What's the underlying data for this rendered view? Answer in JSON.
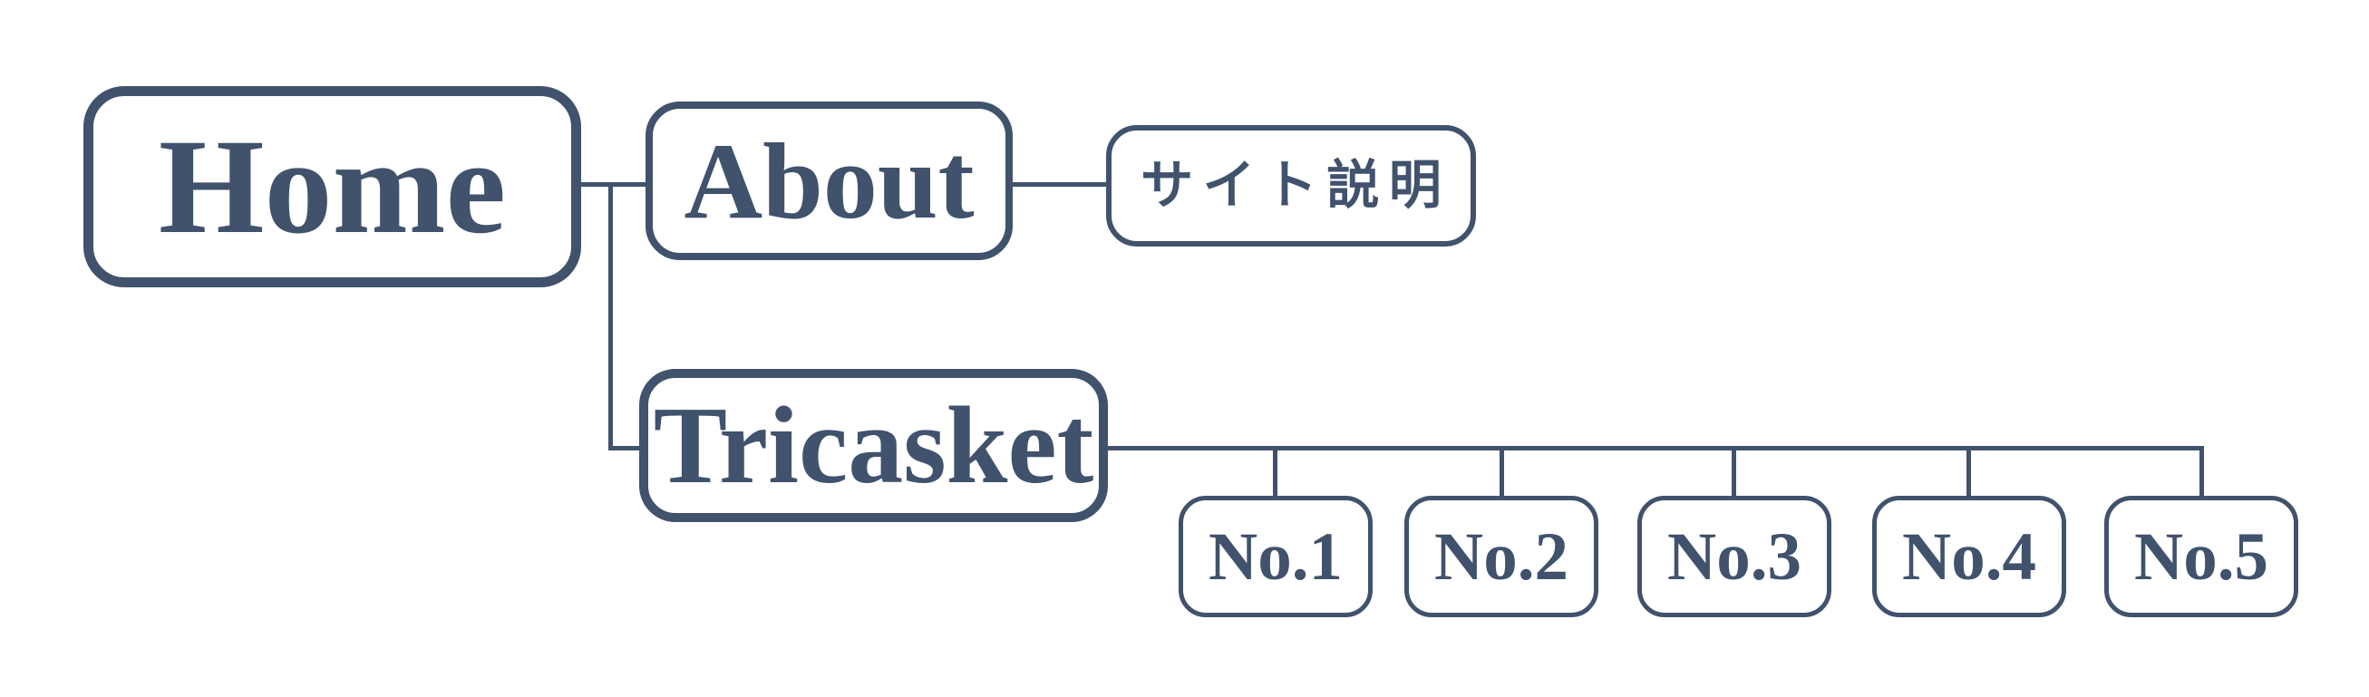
{
  "colors": {
    "accent": "#40526c",
    "background": "#ffffff"
  },
  "diagram": {
    "type": "sitemap-tree",
    "nodes": {
      "home": {
        "label": "Home"
      },
      "about": {
        "label": "About"
      },
      "site_desc": {
        "label": "サイト説明"
      },
      "tricasket": {
        "label": "Tricasket"
      },
      "no1": {
        "label": "No.1"
      },
      "no2": {
        "label": "No.2"
      },
      "no3": {
        "label": "No.3"
      },
      "no4": {
        "label": "No.4"
      },
      "no5": {
        "label": "No.5"
      }
    },
    "edges": [
      {
        "from": "home",
        "to": "about"
      },
      {
        "from": "home",
        "to": "tricasket"
      },
      {
        "from": "about",
        "to": "site_desc"
      },
      {
        "from": "tricasket",
        "to": "no1"
      },
      {
        "from": "tricasket",
        "to": "no2"
      },
      {
        "from": "tricasket",
        "to": "no3"
      },
      {
        "from": "tricasket",
        "to": "no4"
      },
      {
        "from": "tricasket",
        "to": "no5"
      }
    ]
  }
}
